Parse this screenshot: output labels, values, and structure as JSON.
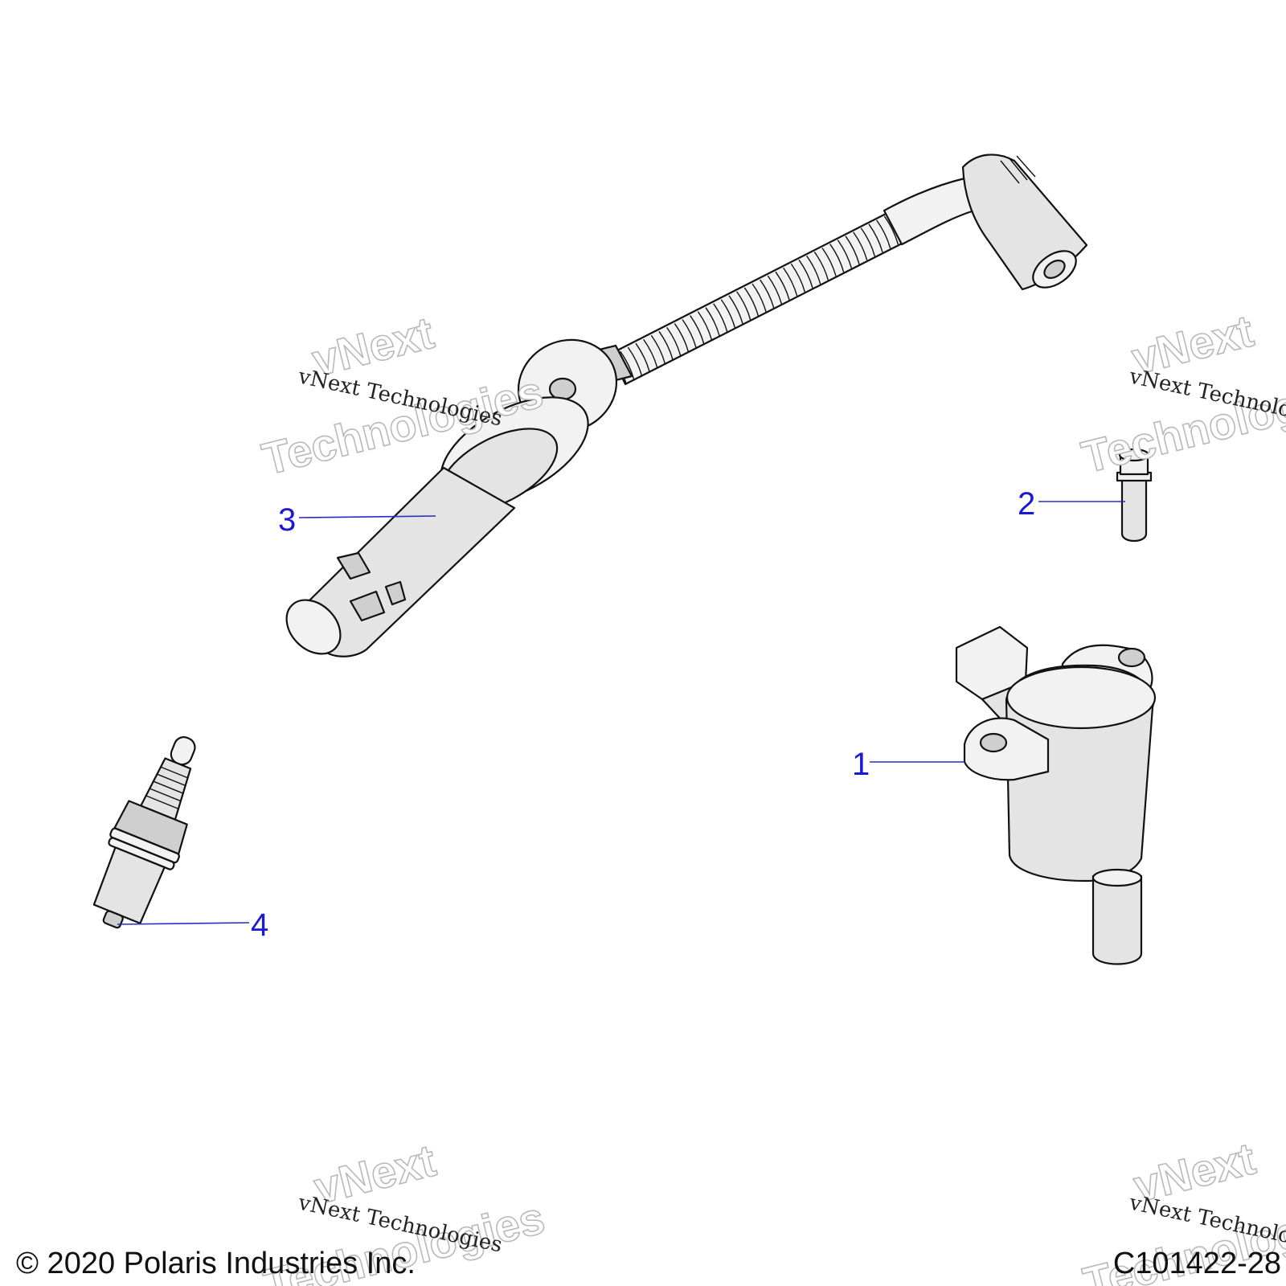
{
  "callouts": [
    {
      "id": "1",
      "label": "1"
    },
    {
      "id": "2",
      "label": "2"
    },
    {
      "id": "3",
      "label": "3"
    },
    {
      "id": "4",
      "label": "4"
    }
  ],
  "watermark": {
    "outline_line1": "vNext",
    "outline_line2": "Technologies",
    "serif_text": "vNext Technologies"
  },
  "footer": {
    "copyright": "© 2020 Polaris Industries Inc.",
    "drawing_id": "C101422-28"
  },
  "colors": {
    "callout": "#1a1ad6",
    "line_art": "#111111",
    "part_fill": "#e4e4e4",
    "watermark_outline": "#b9b9b9"
  }
}
